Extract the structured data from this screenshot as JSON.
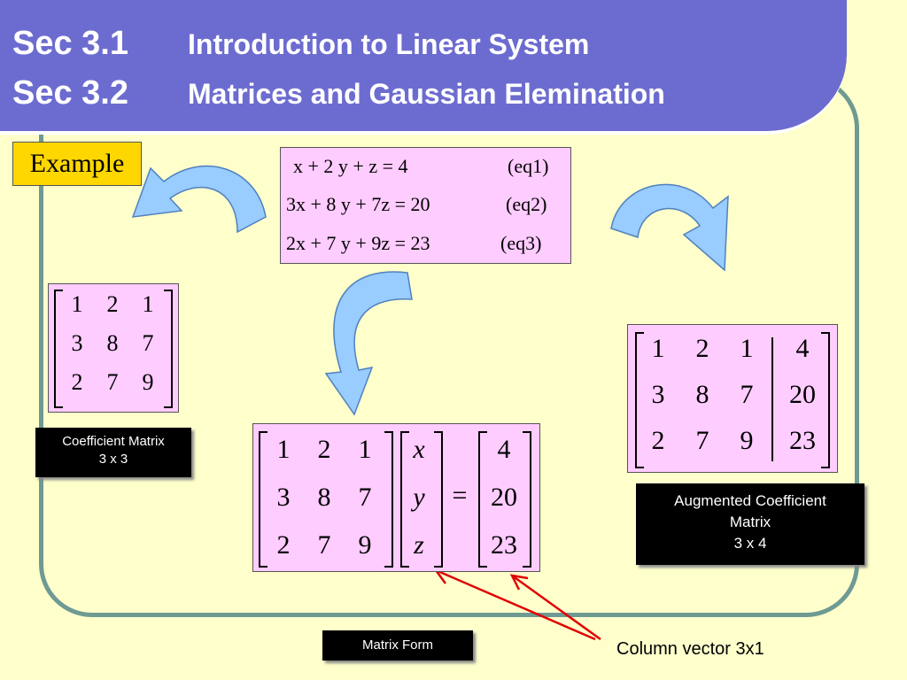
{
  "title": {
    "line1_sec": "Sec 3.1",
    "line1_text": "Introduction to Linear System",
    "line2_sec": "Sec 3.2",
    "line2_text": "Matrices and Gaussian Elemination"
  },
  "example_label": "Example",
  "equations": [
    {
      "lhs": "x + 2 y +   z = 4",
      "tag": "(eq1)"
    },
    {
      "lhs": "3x + 8 y + 7z = 20",
      "tag": "(eq2)"
    },
    {
      "lhs": "2x + 7 y + 9z = 23",
      "tag": "(eq3)"
    }
  ],
  "coefficient_matrix": [
    [
      "1",
      "2",
      "1"
    ],
    [
      "3",
      "8",
      "7"
    ],
    [
      "2",
      "7",
      "9"
    ]
  ],
  "coefficient_label": {
    "line1": "Coefficient Matrix",
    "line2": "3 x 3"
  },
  "augmented_matrix": [
    [
      "1",
      "2",
      "1",
      "4"
    ],
    [
      "3",
      "8",
      "7",
      "20"
    ],
    [
      "2",
      "7",
      "9",
      "23"
    ]
  ],
  "augmented_label": {
    "line1": "Augmented Coefficient",
    "line2": "Matrix",
    "line3": "3 x 4"
  },
  "matrix_form": {
    "A": [
      [
        "1",
        "2",
        "1"
      ],
      [
        "3",
        "8",
        "7"
      ],
      [
        "2",
        "7",
        "9"
      ]
    ],
    "vars": [
      "x",
      "y",
      "z"
    ],
    "equals": "=",
    "b": [
      "4",
      "20",
      "23"
    ]
  },
  "matrix_form_label": "Matrix Form",
  "column_vector_label": "Column vector 3x1",
  "colors": {
    "title_bg": "#6C6CD0",
    "background": "#FFFFCC",
    "frame": "#6F9A93",
    "matrix_bg": "#FFCCFF",
    "example_bg": "#FFD700",
    "arrow_fill": "#99CCFF",
    "annotation_arrow": "#E00000"
  }
}
